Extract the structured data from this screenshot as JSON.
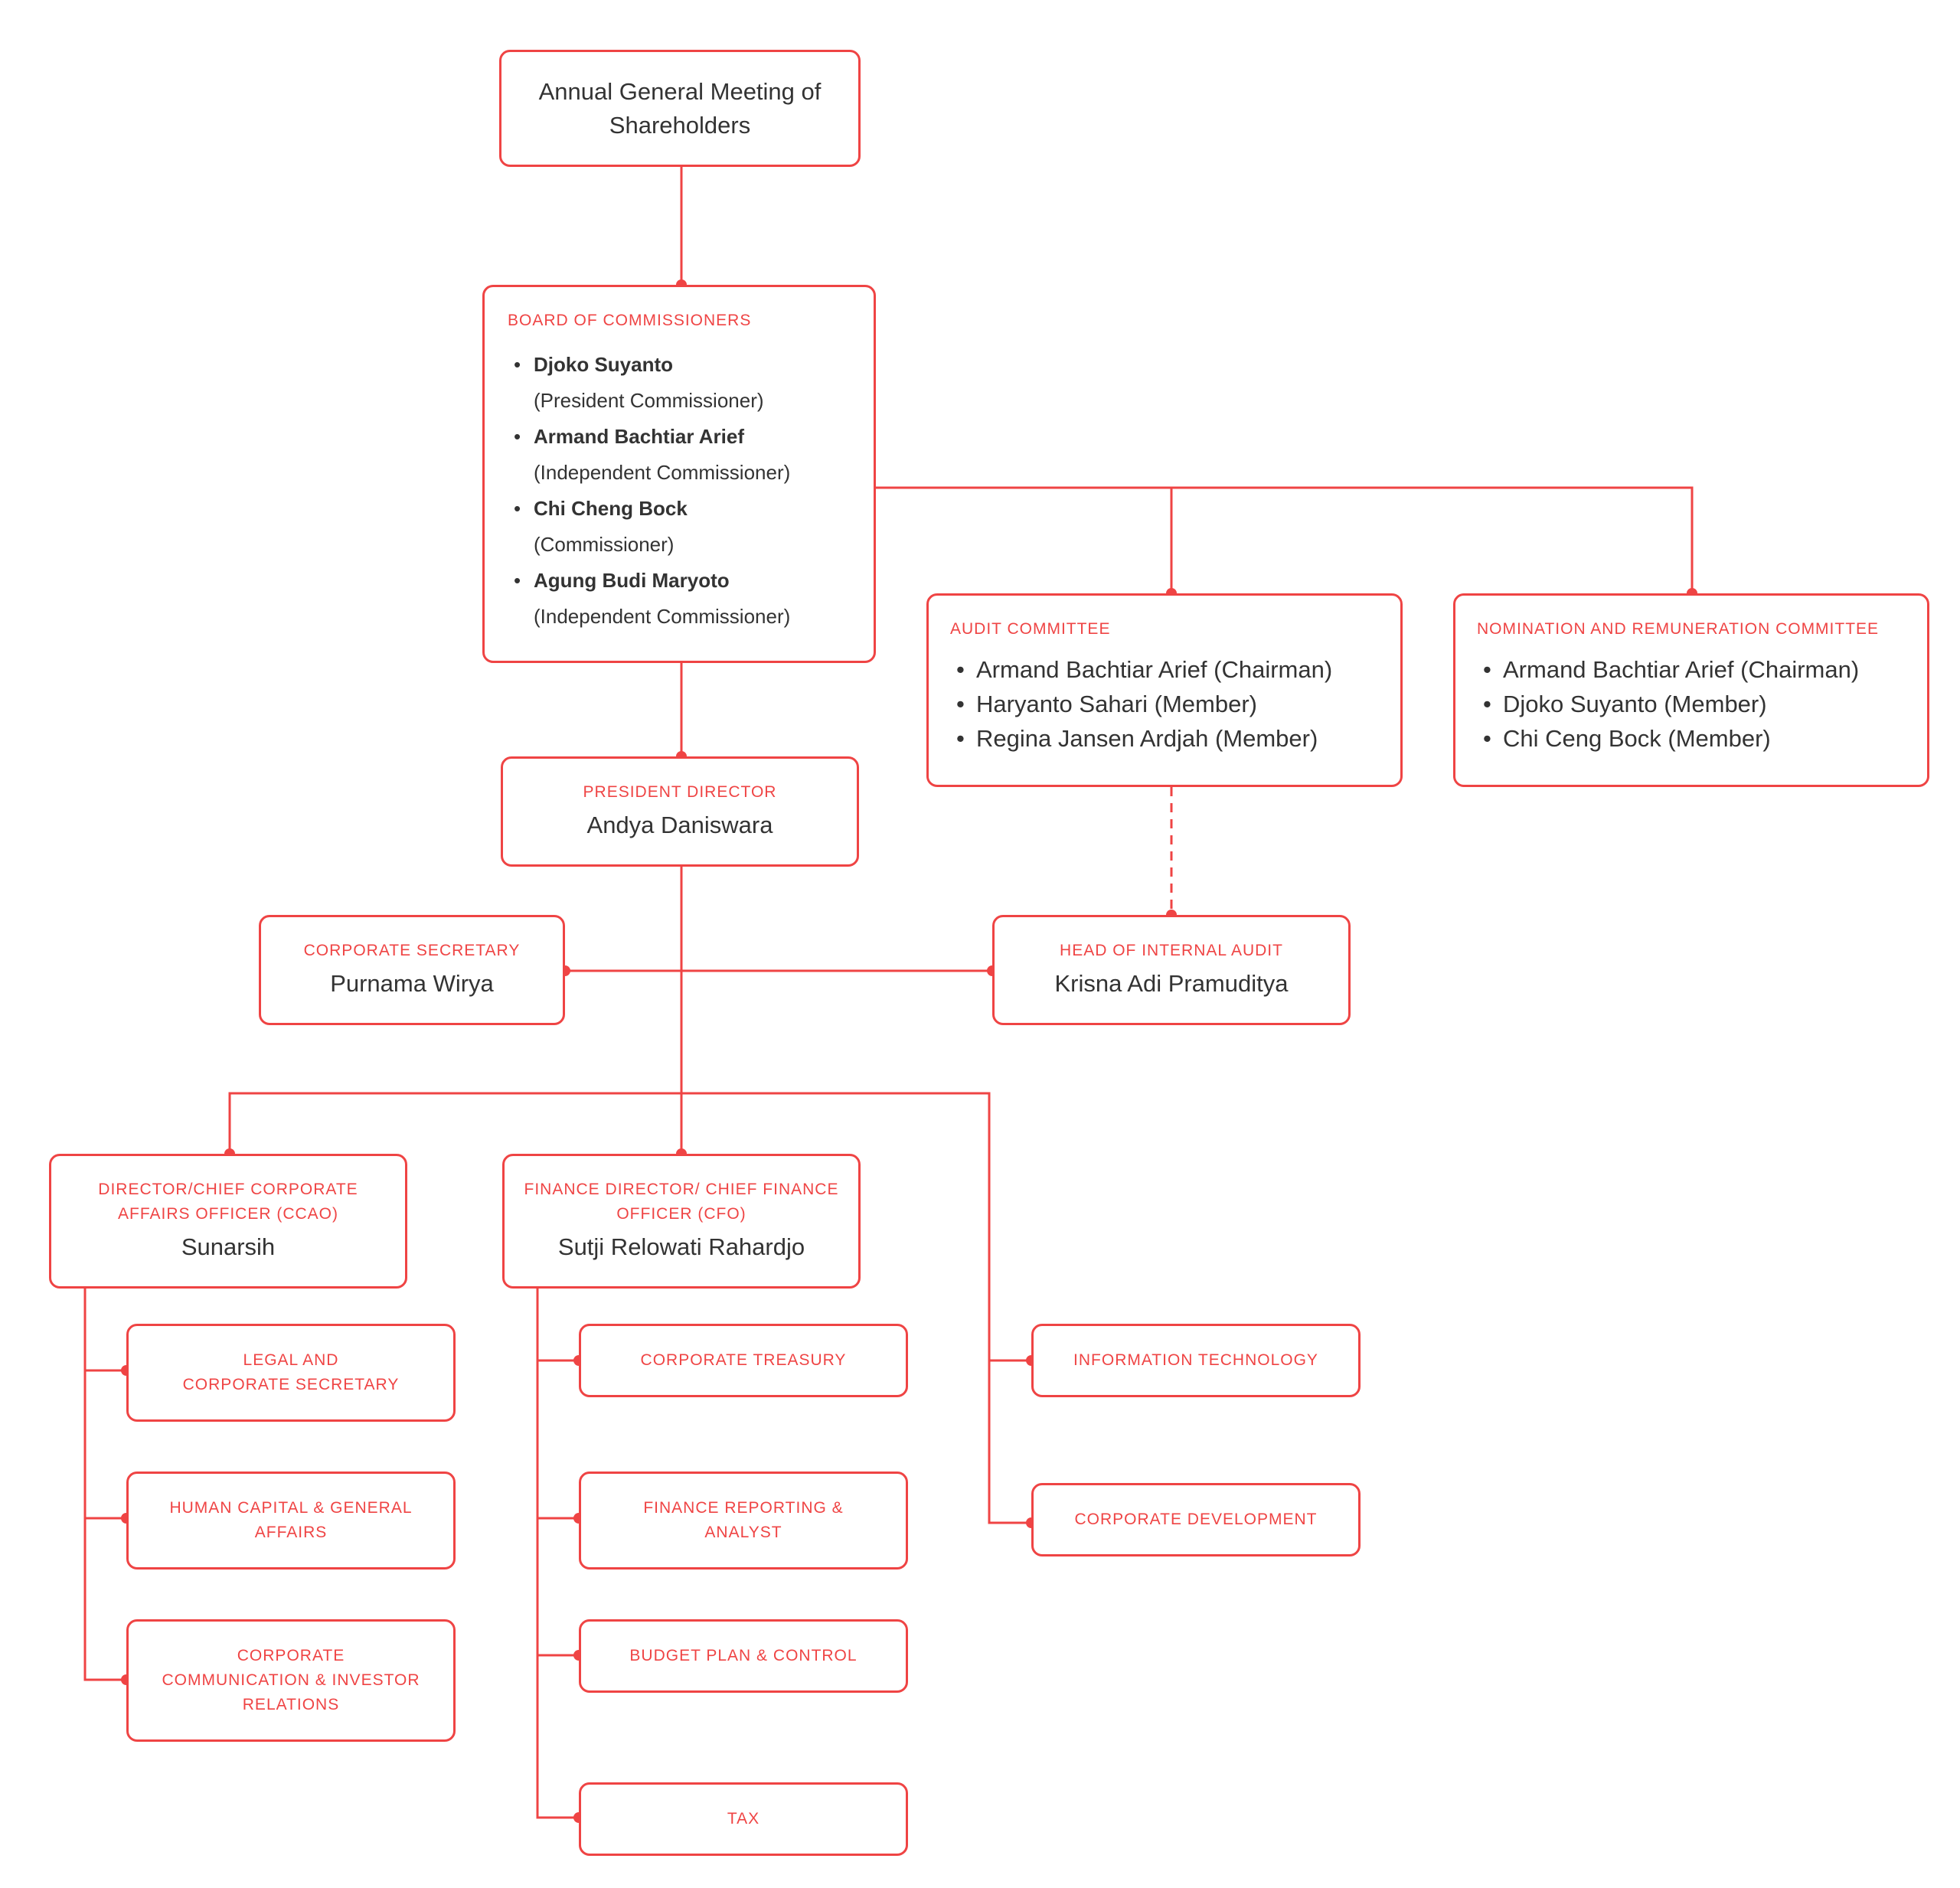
{
  "agms": {
    "title": "Annual General Meeting of Shareholders"
  },
  "board": {
    "heading": "BOARD OF COMMISSIONERS",
    "members": [
      {
        "name": "Djoko Suyanto",
        "role": "(President Commissioner)"
      },
      {
        "name": "Armand Bachtiar Arief",
        "role": "(Independent Commissioner)"
      },
      {
        "name": "Chi Cheng Bock",
        "role": "(Commissioner)"
      },
      {
        "name": "Agung Budi Maryoto",
        "role": "(Independent Commissioner)"
      }
    ]
  },
  "audit_committee": {
    "heading": "AUDIT COMMITTEE",
    "members": [
      "Armand Bachtiar Arief (Chairman)",
      "Haryanto Sahari (Member)",
      "Regina Jansen Ardjah (Member)"
    ]
  },
  "nomination_committee": {
    "heading": "NOMINATION AND REMUNERATION COMMITTEE",
    "members": [
      "Armand Bachtiar Arief (Chairman)",
      "Djoko Suyanto (Member)",
      "Chi Ceng Bock (Member)"
    ]
  },
  "president_director": {
    "heading": "PRESIDENT DIRECTOR",
    "name": "Andya Daniswara"
  },
  "corporate_secretary": {
    "heading": "CORPORATE SECRETARY",
    "name": "Purnama Wirya"
  },
  "internal_audit": {
    "heading": "HEAD OF INTERNAL AUDIT",
    "name": "Krisna Adi Pramuditya"
  },
  "ccao": {
    "heading_line1": "DIRECTOR/CHIEF CORPORATE",
    "heading_line2": "AFFAIRS OFFICER (CCAO)",
    "name": "Sunarsih",
    "departments": [
      [
        "LEGAL AND",
        "CORPORATE SECRETARY"
      ],
      [
        "HUMAN CAPITAL & GENERAL",
        "AFFAIRS"
      ],
      [
        "CORPORATE",
        "COMMUNICATION & INVESTOR",
        "RELATIONS"
      ]
    ]
  },
  "cfo": {
    "heading_line1": "FINANCE DIRECTOR/ CHIEF FINANCE",
    "heading_line2": "OFFICER (CFO)",
    "name": "Sutji Relowati Rahardjo",
    "departments": [
      [
        "CORPORATE TREASURY"
      ],
      [
        "FINANCE REPORTING &",
        "ANALYST"
      ],
      [
        "BUDGET PLAN & CONTROL"
      ],
      [
        "TAX"
      ]
    ]
  },
  "direct_departments": [
    [
      "INFORMATION TECHNOLOGY"
    ],
    [
      "CORPORATE DEVELOPMENT"
    ]
  ],
  "colors": {
    "accent": "#ef4444",
    "text": "#333333",
    "background": "#ffffff"
  }
}
